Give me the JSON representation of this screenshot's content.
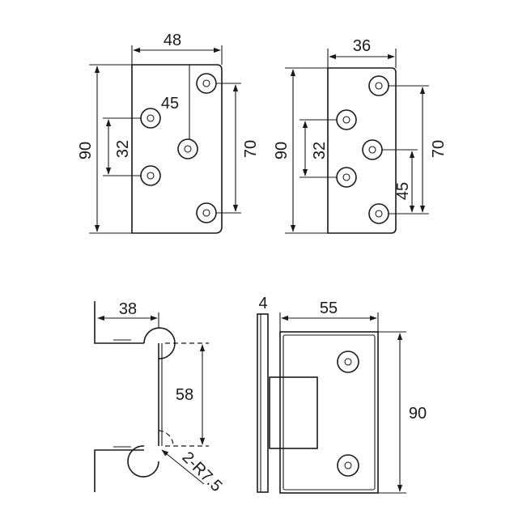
{
  "views": {
    "top_left": {
      "width_label": "48",
      "height_label": "90",
      "hole_spacing_label": "32",
      "offset_label": "45",
      "right_spacing_label": "70"
    },
    "top_right": {
      "width_label": "36",
      "height_label": "90",
      "hole_spacing_label": "32",
      "right_spacing_label": "70",
      "offset_label": "45"
    },
    "bottom_left": {
      "width_label": "38",
      "height_label": "58",
      "radius_label": "2-R7.5"
    },
    "bottom_right": {
      "thickness_label": "4",
      "width_label": "55",
      "height_label": "90"
    }
  }
}
